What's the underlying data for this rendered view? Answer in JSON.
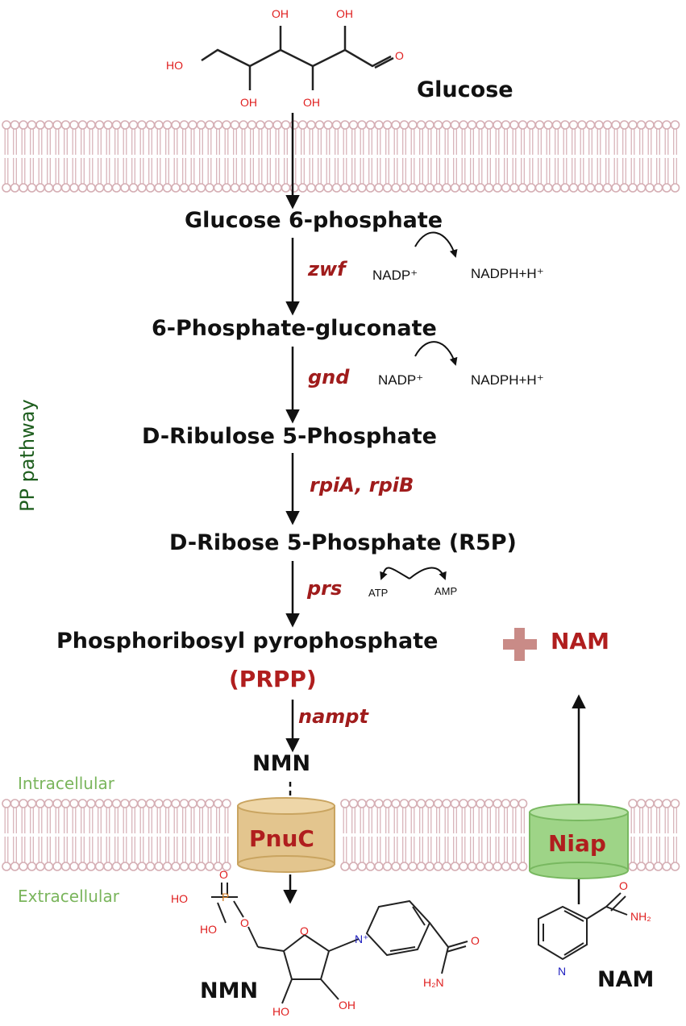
{
  "glucose_label": "Glucose",
  "steps": {
    "g6p": "Glucose 6-phosphate",
    "pg": "6-Phosphate-gluconate",
    "ru5p": "D-Ribulose 5-Phosphate",
    "r5p": "D-Ribose 5-Phosphate (R5P)",
    "prpp": "Phosphoribosyl pyrophosphate",
    "prpp_abbr": "(PRPP)",
    "nmn_in": "NMN"
  },
  "enzymes": {
    "zwf": "zwf",
    "gnd": "gnd",
    "rpi": "rpiA, rpiB",
    "prs": "prs",
    "nampt": "nampt"
  },
  "cofactors": {
    "nadp1": "NADP⁺",
    "nadph1": "NADPH+H⁺",
    "nadp2": "NADP⁺",
    "nadph2": "NADPH+H⁺",
    "atp": "ATP",
    "amp": "AMP"
  },
  "plus_sign": "+",
  "nam_label": "NAM",
  "pathway_label": "PP pathway",
  "intracellular": "Intracellular",
  "extracellular": "Extracellular",
  "transporters": {
    "pnuc": "PnuC",
    "niap": "Niap"
  },
  "bottom": {
    "nmn": "NMN",
    "nam": "NAM"
  },
  "atoms": {
    "oh": "OH",
    "ho": "HO",
    "o": "O",
    "p": "P",
    "n": "N",
    "nplus": "N⁺",
    "nh2": "NH₂",
    "h2n": "H₂N"
  },
  "colors": {
    "membrane": "#d5aeb4",
    "metabolite_text": "#111111",
    "enzyme_text": "#a01c1c",
    "plus": "#c98b87",
    "pnuc_fill": "#e3c58e",
    "pnuc_text": "#b01e1e",
    "niap_fill": "#9ed487",
    "niap_text": "#b01e1e",
    "side_label": "#7ab55c",
    "pathway_label": "#1e5e1e"
  }
}
